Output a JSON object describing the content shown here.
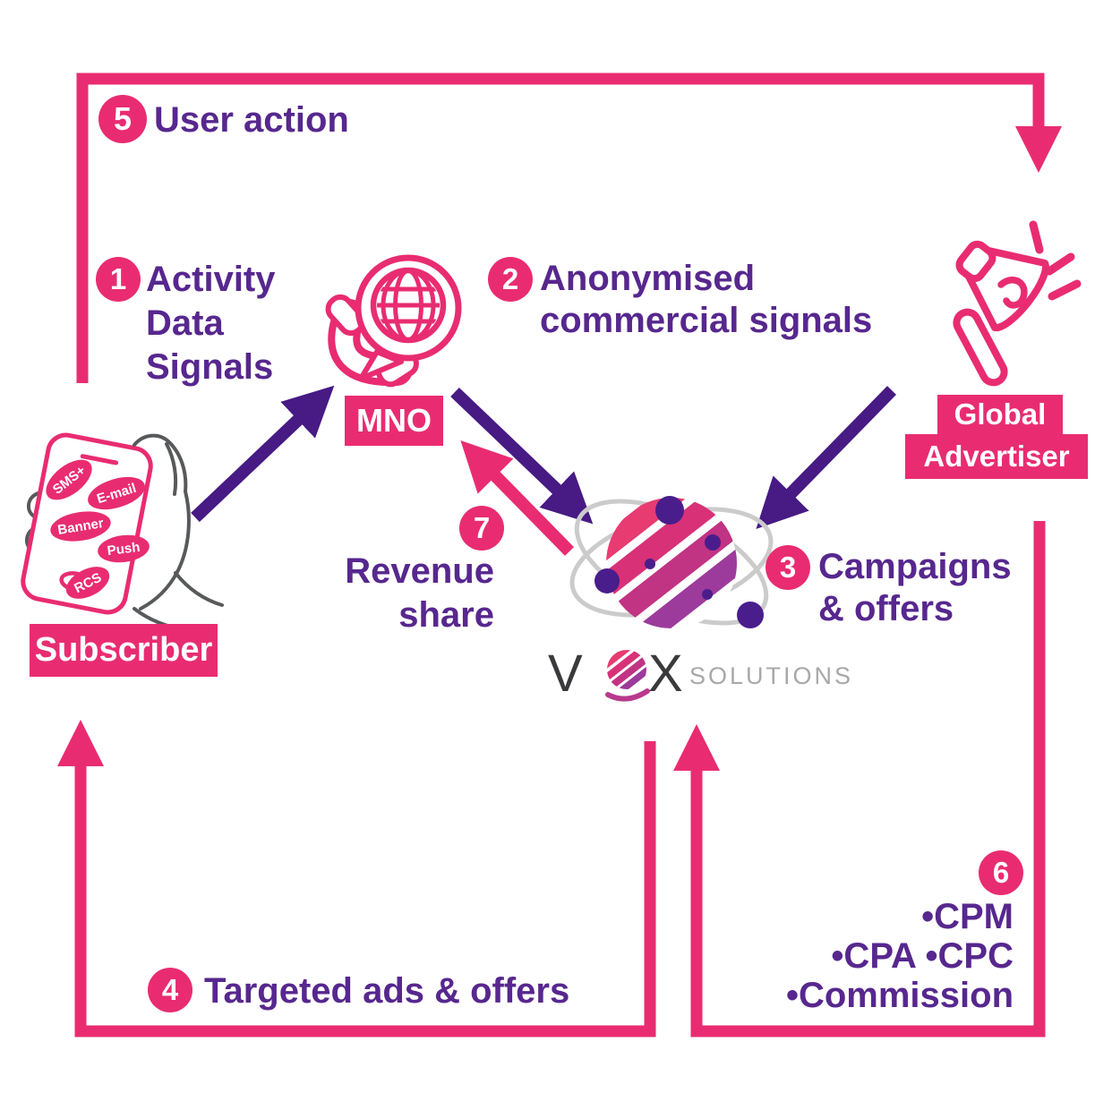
{
  "colors": {
    "pink": "#E92C71",
    "purple": "#471A84",
    "text-purple": "#57278E",
    "dark": "#3A3A3C",
    "gray": "#A8A8A8",
    "hand-gray": "#58595B",
    "orbit-gray": "#CBCBCB",
    "dot-purple": "#4A1D8C"
  },
  "steps": {
    "s1": {
      "num": "1",
      "lines": [
        "Activity",
        "Data",
        "Signals"
      ]
    },
    "s2": {
      "num": "2",
      "lines": [
        "Anonymised",
        "commercial signals"
      ]
    },
    "s3": {
      "num": "3",
      "lines": [
        "Campaigns",
        "& offers"
      ]
    },
    "s4": {
      "num": "4",
      "label": "Targeted ads & offers"
    },
    "s5": {
      "num": "5",
      "label": "User action"
    },
    "s6": {
      "num": "6",
      "items": [
        "•CPM",
        "•CPA •CPC",
        "•Commission"
      ]
    },
    "s7": {
      "num": "7",
      "lines": [
        "Revenue",
        "share"
      ]
    }
  },
  "nodes": {
    "mno": {
      "label": "MNO",
      "icon": "phone-globe-speech-bubble-icon"
    },
    "advertiser": {
      "lines": [
        "Global",
        "Advertiser"
      ],
      "icon": "megaphone-icon"
    },
    "subscriber": {
      "label": "Subscriber",
      "icon": "hand-holding-phone-icon"
    },
    "vox": {
      "letter_v": "V",
      "letter_x": "X",
      "suffix": "SOLUTIONS",
      "icon": "striped-sphere-orbit-icon"
    }
  },
  "phone": {
    "badges": [
      "SMS+",
      "E-mail",
      "Banner",
      "Push",
      "RCS"
    ]
  }
}
